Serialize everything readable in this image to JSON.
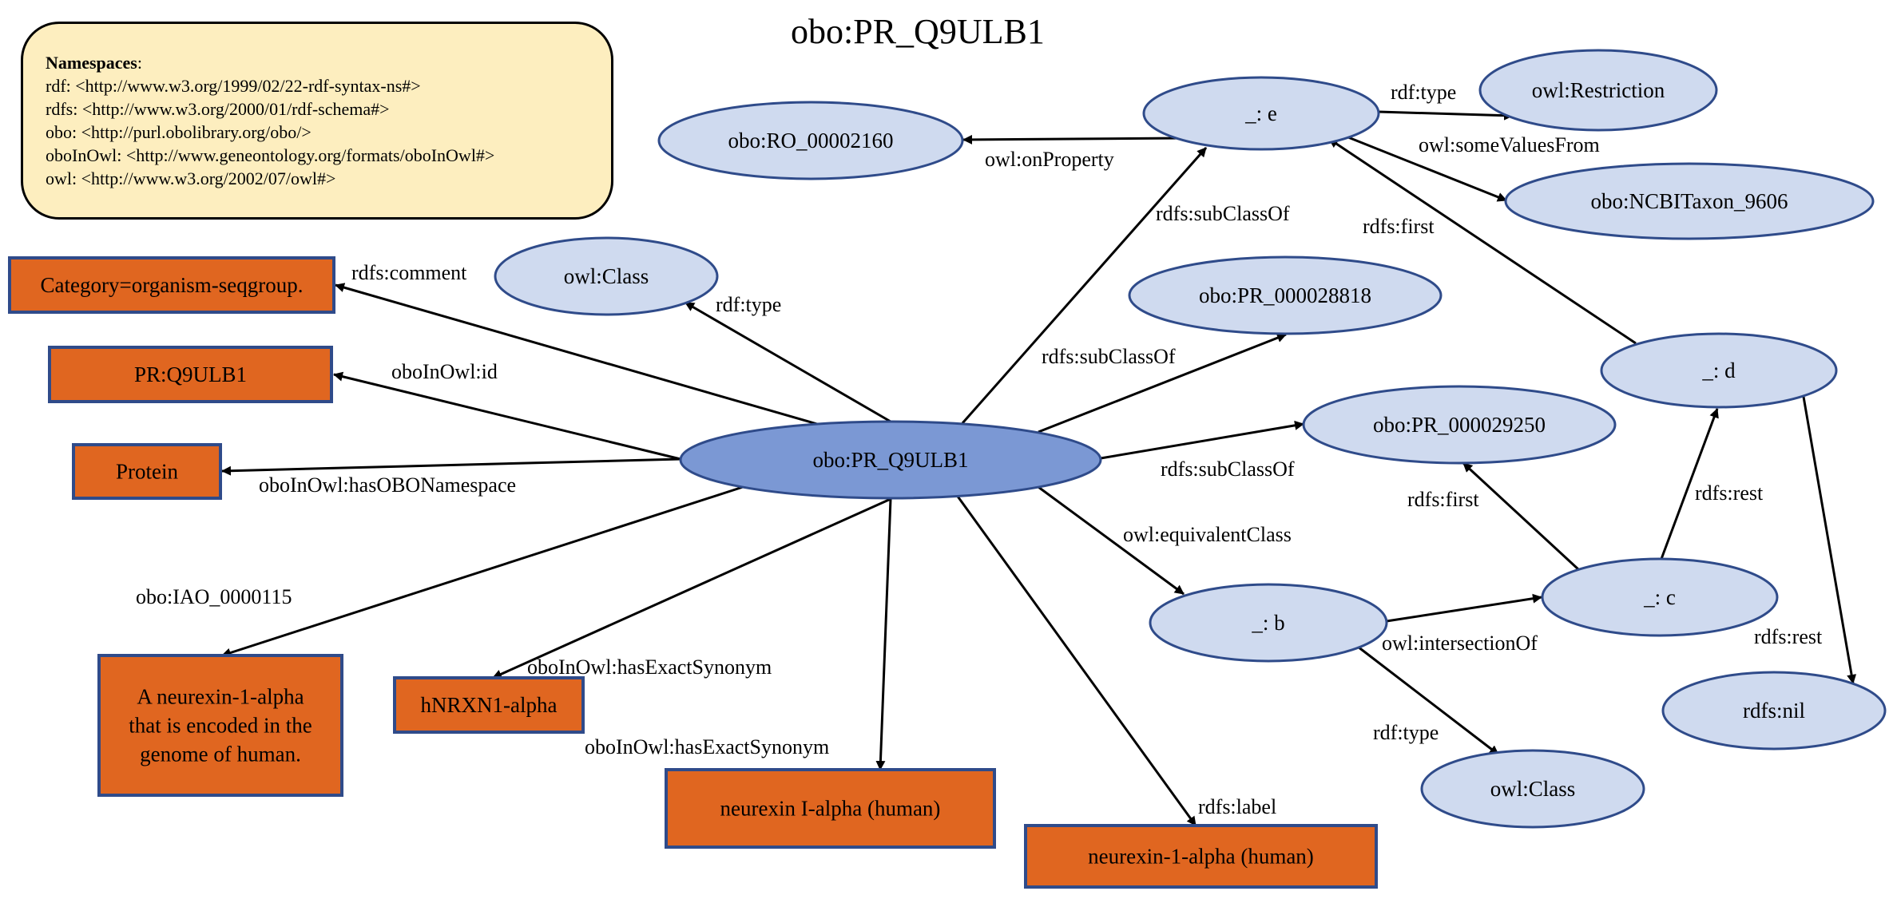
{
  "title": "obo:PR_Q9ULB1",
  "namespaces": {
    "heading": "Namespaces",
    "heading_suffix": ":",
    "lines": [
      "rdf: <http://www.w3.org/1999/02/22-rdf-syntax-ns#>",
      "rdfs: <http://www.w3.org/2000/01/rdf-schema#>",
      "obo: <http://purl.obolibrary.org/obo/>",
      "oboInOwl: <http://www.geneontology.org/formats/oboInOwl#>",
      "owl: <http://www.w3.org/2002/07/owl#>"
    ]
  },
  "colors": {
    "resource_fill": "#cfdaef",
    "central_fill": "#7b98d4",
    "node_stroke": "#2f4b8a",
    "literal_fill": "#e06620",
    "literal_stroke": "#2f4b8a",
    "namespace_fill": "#fdeebf",
    "edge": "#000000"
  },
  "nodes": [
    {
      "id": "center",
      "label": "obo:PR_Q9ULB1",
      "kind": "central"
    },
    {
      "id": "owlclass1",
      "label": "owl:Class",
      "kind": "resource"
    },
    {
      "id": "ro",
      "label": "obo:RO_00002160",
      "kind": "resource"
    },
    {
      "id": "e",
      "label": "_: e",
      "kind": "resource"
    },
    {
      "id": "restriction",
      "label": "owl:Restriction",
      "kind": "resource"
    },
    {
      "id": "ncbi",
      "label": "obo:NCBITaxon_9606",
      "kind": "resource"
    },
    {
      "id": "pr28818",
      "label": "obo:PR_000028818",
      "kind": "resource"
    },
    {
      "id": "d",
      "label": "_: d",
      "kind": "resource"
    },
    {
      "id": "pr29250",
      "label": "obo:PR_000029250",
      "kind": "resource"
    },
    {
      "id": "b",
      "label": "_: b",
      "kind": "resource"
    },
    {
      "id": "c",
      "label": "_: c",
      "kind": "resource"
    },
    {
      "id": "nil",
      "label": "rdfs:nil",
      "kind": "resource"
    },
    {
      "id": "owlclass2",
      "label": "owl:Class",
      "kind": "resource"
    },
    {
      "id": "category",
      "label": "Category=organism-seqgroup.",
      "kind": "literal"
    },
    {
      "id": "prid",
      "label": "PR:Q9ULB1",
      "kind": "literal"
    },
    {
      "id": "protein",
      "label": "Protein",
      "kind": "literal"
    },
    {
      "id": "definition",
      "label": [
        "A neurexin-1-alpha",
        "that is encoded in the",
        "genome of human."
      ],
      "kind": "literal"
    },
    {
      "id": "syn1",
      "label": "hNRXN1-alpha",
      "kind": "literal"
    },
    {
      "id": "syn2",
      "label": "neurexin I-alpha (human)",
      "kind": "literal"
    },
    {
      "id": "label",
      "label": "neurexin-1-alpha (human)",
      "kind": "literal"
    }
  ],
  "edges": [
    {
      "from": "center",
      "to": "category",
      "label": "rdfs:comment"
    },
    {
      "from": "center",
      "to": "owlclass1",
      "label": "rdf:type"
    },
    {
      "from": "center",
      "to": "prid",
      "label": "oboInOwl:id"
    },
    {
      "from": "center",
      "to": "protein",
      "label": "oboInOwl:hasOBONamespace"
    },
    {
      "from": "center",
      "to": "definition",
      "label": "obo:IAO_0000115"
    },
    {
      "from": "center",
      "to": "syn1",
      "label": "oboInOwl:hasExactSynonym"
    },
    {
      "from": "center",
      "to": "syn2",
      "label": "oboInOwl:hasExactSynonym"
    },
    {
      "from": "center",
      "to": "label",
      "label": "rdfs:label"
    },
    {
      "from": "center",
      "to": "e",
      "label": "rdfs:subClassOf"
    },
    {
      "from": "center",
      "to": "pr28818",
      "label": "rdfs:subClassOf"
    },
    {
      "from": "center",
      "to": "pr29250",
      "label": "rdfs:subClassOf"
    },
    {
      "from": "center",
      "to": "b",
      "label": "owl:equivalentClass"
    },
    {
      "from": "e",
      "to": "ro",
      "label": "owl:onProperty"
    },
    {
      "from": "e",
      "to": "restriction",
      "label": "rdf:type"
    },
    {
      "from": "e",
      "to": "ncbi",
      "label": "owl:someValuesFrom"
    },
    {
      "from": "d",
      "to": "e",
      "label": "rdfs:first"
    },
    {
      "from": "d",
      "to": "nil",
      "label": "rdfs:rest"
    },
    {
      "from": "c",
      "to": "pr29250",
      "label": "rdfs:first"
    },
    {
      "from": "c",
      "to": "d",
      "label": "rdfs:rest"
    },
    {
      "from": "b",
      "to": "c",
      "label": "owl:intersectionOf"
    },
    {
      "from": "b",
      "to": "owlclass2",
      "label": "rdf:type"
    }
  ]
}
